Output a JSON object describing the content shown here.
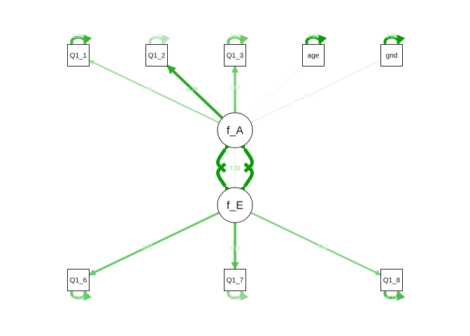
{
  "diagram": {
    "latents": [
      {
        "id": "f_A",
        "label": "f_A"
      },
      {
        "id": "f_E",
        "label": "f_E"
      }
    ],
    "manifests": [
      {
        "id": "Q1_1",
        "label": "Q1_1",
        "variance": "0.80",
        "var_color": "#3cb33c"
      },
      {
        "id": "Q1_2",
        "label": "Q1_2",
        "variance": "0.38",
        "var_color": "#b5e3b5"
      },
      {
        "id": "Q1_3",
        "label": "Q1_3",
        "variance": "0.61",
        "var_color": "#6cc96c"
      },
      {
        "id": "age",
        "label": "age",
        "variance": "1.00",
        "var_color": "#0a9a0a"
      },
      {
        "id": "gnd",
        "label": "gnd",
        "variance": "1.00",
        "var_color": "#0a9a0a"
      },
      {
        "id": "Q1_6",
        "label": "Q1_6",
        "variance": "0.63",
        "var_color": "#6cc96c"
      },
      {
        "id": "Q1_7",
        "label": "Q1_7",
        "variance": "0.51",
        "var_color": "#8fd58f"
      },
      {
        "id": "Q1_8",
        "label": "Q1_8",
        "variance": "0.73",
        "var_color": "#4cbb4c"
      }
    ],
    "edges": [
      {
        "from": "f_A",
        "to": "Q1_1",
        "label": "0.45",
        "color": "#a3dca3"
      },
      {
        "from": "f_A",
        "to": "Q1_2",
        "label": "0.79",
        "color": "#2aa82a"
      },
      {
        "from": "f_A",
        "to": "Q1_3",
        "label": "0.63",
        "color": "#6cc96c"
      },
      {
        "from": "age",
        "to": "f_A",
        "label": "0.15",
        "color": "#eef8ee"
      },
      {
        "from": "gnd",
        "to": "f_A",
        "label": "0.24",
        "color": "#dcf1dc"
      },
      {
        "from": "f_A",
        "to": "f_E",
        "label": "",
        "color": "#dcf1dc"
      },
      {
        "from": "f_E",
        "to": "Q1_6",
        "label": "0.61",
        "color": "#6cc96c"
      },
      {
        "from": "f_E",
        "to": "Q1_7",
        "label": "0.70",
        "color": "#55c055"
      },
      {
        "from": "f_E",
        "to": "Q1_8",
        "label": "0.52",
        "color": "#85d185"
      }
    ],
    "latent_variances": {
      "label": "0.92",
      "color": "#0a9a0a"
    }
  }
}
